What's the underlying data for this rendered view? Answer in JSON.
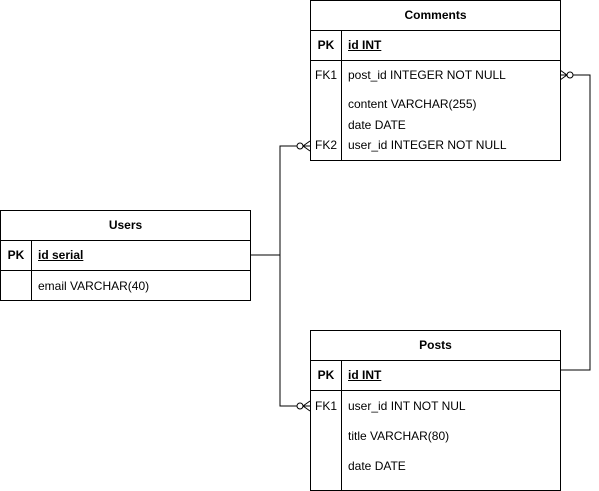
{
  "entities": {
    "comments": {
      "title": "Comments",
      "pk": {
        "key": "PK",
        "field": "id INT"
      },
      "rows": [
        {
          "key": "FK1",
          "field": "post_id INTEGER NOT NULL"
        },
        {
          "key": "",
          "field": "content VARCHAR(255)"
        },
        {
          "key": "",
          "field": "date DATE"
        },
        {
          "key": "FK2",
          "field": "user_id INTEGER NOT NULL"
        }
      ]
    },
    "users": {
      "title": "Users",
      "pk": {
        "key": "PK",
        "field": "id serial"
      },
      "rows": [
        {
          "key": "",
          "field": "email VARCHAR(40)"
        }
      ]
    },
    "posts": {
      "title": "Posts",
      "pk": {
        "key": "PK",
        "field": "id INT"
      },
      "rows": [
        {
          "key": "FK1",
          "field": "user_id INT NOT NUL"
        },
        {
          "key": "",
          "field": "title VARCHAR(80)"
        },
        {
          "key": "",
          "field": "date DATE"
        }
      ]
    }
  }
}
